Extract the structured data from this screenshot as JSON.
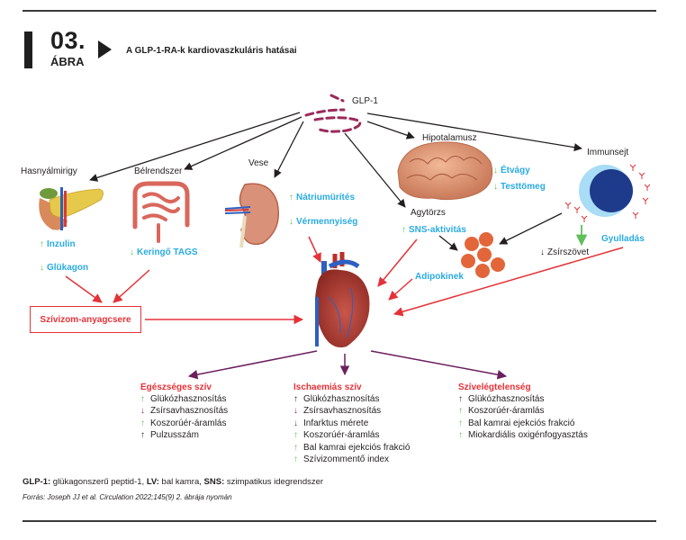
{
  "header": {
    "number": "03.",
    "label": "ÁBRA",
    "title": "A GLP-1-RA-k kardiovaszkuláris hatásai"
  },
  "source_node": {
    "label": "GLP-1"
  },
  "organs": {
    "pancreas": {
      "label": "Hasnyálmirigy",
      "effects": [
        {
          "dir": "up",
          "text": "Inzulin"
        },
        {
          "dir": "down",
          "text": "Glükagon"
        }
      ]
    },
    "gut": {
      "label": "Bélrendszer",
      "effects": [
        {
          "dir": "down",
          "text": "Keringő TAGS"
        }
      ]
    },
    "kidney": {
      "label": "Vese",
      "effects": [
        {
          "dir": "up",
          "text": "Nátriumürítés"
        },
        {
          "dir": "down",
          "text": "Vérmennyiség"
        }
      ]
    },
    "hypothalamus": {
      "label": "Hipotalamusz",
      "effects": [
        {
          "dir": "down",
          "text": "Étvágy"
        },
        {
          "dir": "down",
          "text": "Testtömeg"
        }
      ]
    },
    "brainstem": {
      "label": "Agytörzs",
      "effects": [
        {
          "dir": "up",
          "text": "SNS-aktivitás"
        }
      ]
    },
    "adipose": {
      "effects": [
        {
          "text": "Adipokinek"
        }
      ],
      "fat_label": "Zsírszövet"
    },
    "immune": {
      "label": "Immunsejt",
      "effects": [
        {
          "text": "Gyulladás"
        }
      ]
    }
  },
  "myocardial_box": {
    "label": "Szívizom-anyagcsere"
  },
  "arrow_glyphs": {
    "up": "↑",
    "down": "↓"
  },
  "outcomes": [
    {
      "title": "Egészséges szív",
      "items": [
        {
          "dir": "up",
          "color": "green",
          "text": "Glükózhasznosítás"
        },
        {
          "dir": "down",
          "color": "purple",
          "text": "Zsírsavhasznosítás"
        },
        {
          "dir": "up",
          "color": "green",
          "text": "Koszorúér-áramlás"
        },
        {
          "dir": "up",
          "color": "black",
          "text": "Pulzusszám"
        }
      ]
    },
    {
      "title": "Ischaemiás szív",
      "items": [
        {
          "dir": "up",
          "color": "black",
          "text": "Glükózhasznosítás"
        },
        {
          "dir": "down",
          "color": "purple",
          "text": "Zsírsavhasznosítás"
        },
        {
          "dir": "down",
          "color": "purple",
          "text": "Infarktus mérete"
        },
        {
          "dir": "up",
          "color": "green",
          "text": "Koszorúér-áramlás"
        },
        {
          "dir": "up",
          "color": "green",
          "text": "Bal kamrai ejekciós frakció"
        },
        {
          "dir": "up",
          "color": "green",
          "text": "Szívizommentő index"
        }
      ]
    },
    {
      "title": "Szívelégtelenség",
      "items": [
        {
          "dir": "up",
          "color": "black",
          "text": "Glükózhasznosítás"
        },
        {
          "dir": "up",
          "color": "green",
          "text": "Koszorúér-áramlás"
        },
        {
          "dir": "up",
          "color": "green",
          "text": "Bal kamrai ejekciós frakció"
        },
        {
          "dir": "up",
          "color": "green",
          "text": "Miokardiális oxigénfogyasztás"
        }
      ]
    }
  ],
  "footer": {
    "abbrev": [
      {
        "term": "GLP-1:",
        "def": " glükagonszerű peptid-1, "
      },
      {
        "term": "LV:",
        "def": " bal kamra, "
      },
      {
        "term": "SNS:",
        "def": " szimpatikus idegrendszer"
      }
    ],
    "source": "Forrás: Joseph JJ et al.  Circulation 2022;145(9) 2. ábrája nyomán"
  },
  "colors": {
    "effect_text": "#29abe2",
    "up_arrow": "#5fbf5a",
    "outcome_title": "#e53238",
    "red_arrow": "#e53238",
    "purple_arrow": "#6b1f5e",
    "glp1_dash": "#9b2a5a",
    "adipocyte": "#e2663a",
    "immune_core": "#1e3a8a",
    "immune_halo": "#a9dcf5"
  }
}
